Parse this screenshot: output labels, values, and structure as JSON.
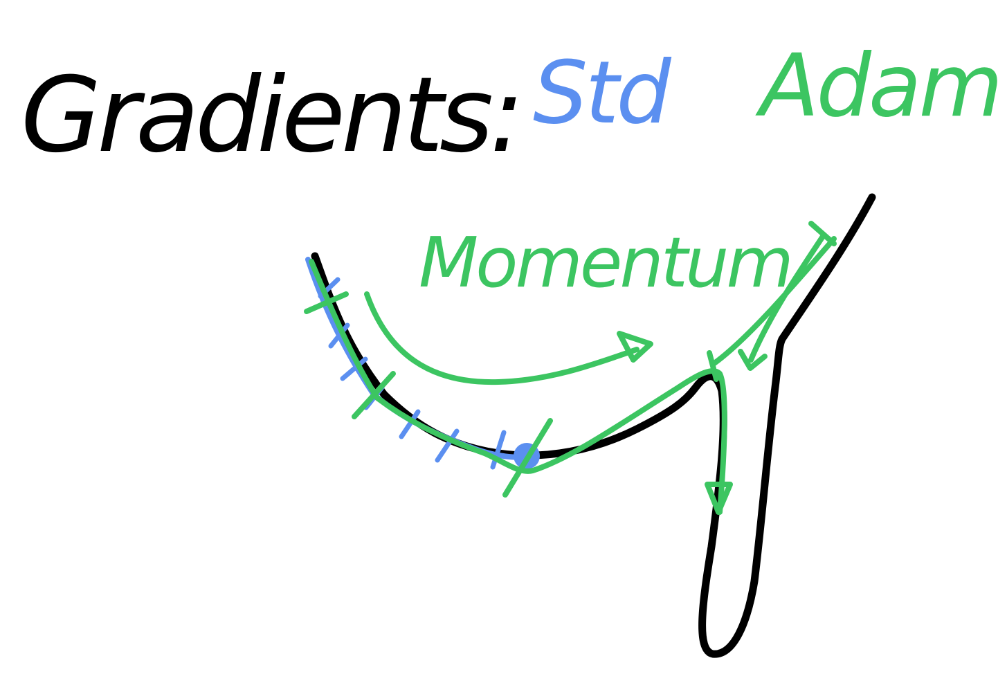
{
  "title": "Gradients:",
  "labels": {
    "std": "Std",
    "adam": "Adam",
    "momentum": "Momentum"
  },
  "colors": {
    "ink": "#000000",
    "std": "#5b8ff0",
    "adam_momentum": "#3cc561",
    "background": "#ffffff"
  }
}
